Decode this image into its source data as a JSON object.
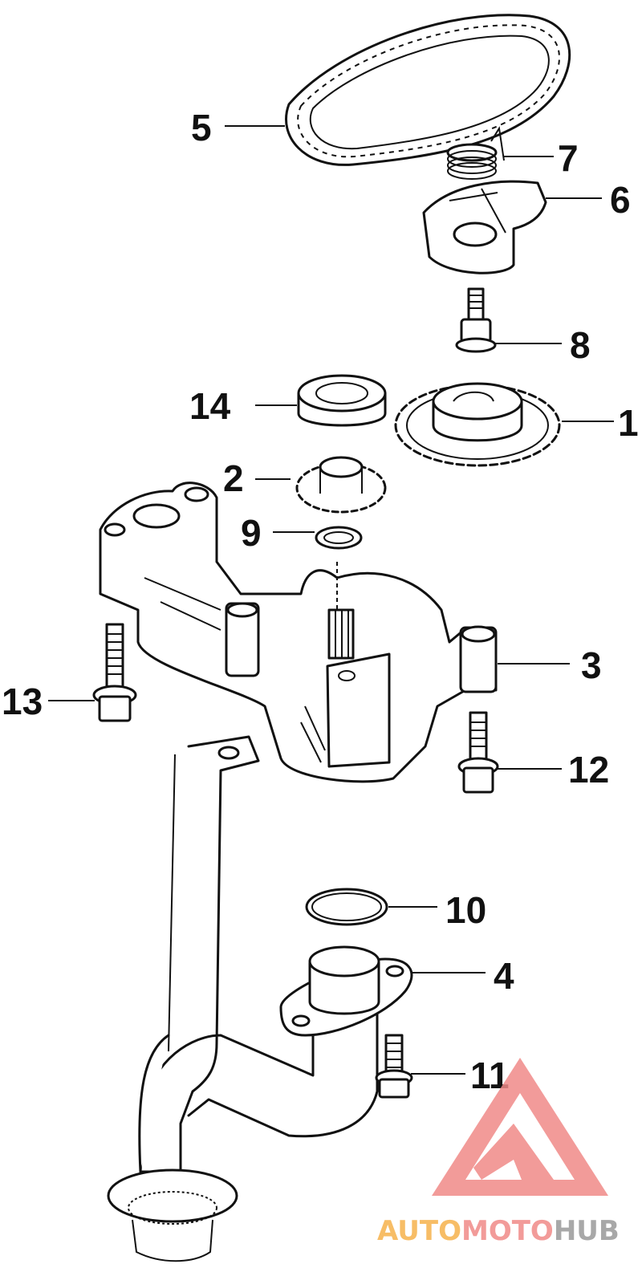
{
  "callouts": [
    {
      "id": "1",
      "label": "1"
    },
    {
      "id": "2",
      "label": "2"
    },
    {
      "id": "3",
      "label": "3"
    },
    {
      "id": "4",
      "label": "4"
    },
    {
      "id": "5",
      "label": "5"
    },
    {
      "id": "6",
      "label": "6"
    },
    {
      "id": "7",
      "label": "7"
    },
    {
      "id": "8",
      "label": "8"
    },
    {
      "id": "9",
      "label": "9"
    },
    {
      "id": "10",
      "label": "10"
    },
    {
      "id": "11",
      "label": "11"
    },
    {
      "id": "12",
      "label": "12"
    },
    {
      "id": "13",
      "label": "13"
    },
    {
      "id": "14",
      "label": "14"
    }
  ],
  "watermark": {
    "part1": "AUTO",
    "part2": "MOTO",
    "part3": "HUB",
    "color_primary": "#f08a88",
    "color_secondary": "#f6b24c",
    "color_tertiary": "#9a9a9a"
  }
}
